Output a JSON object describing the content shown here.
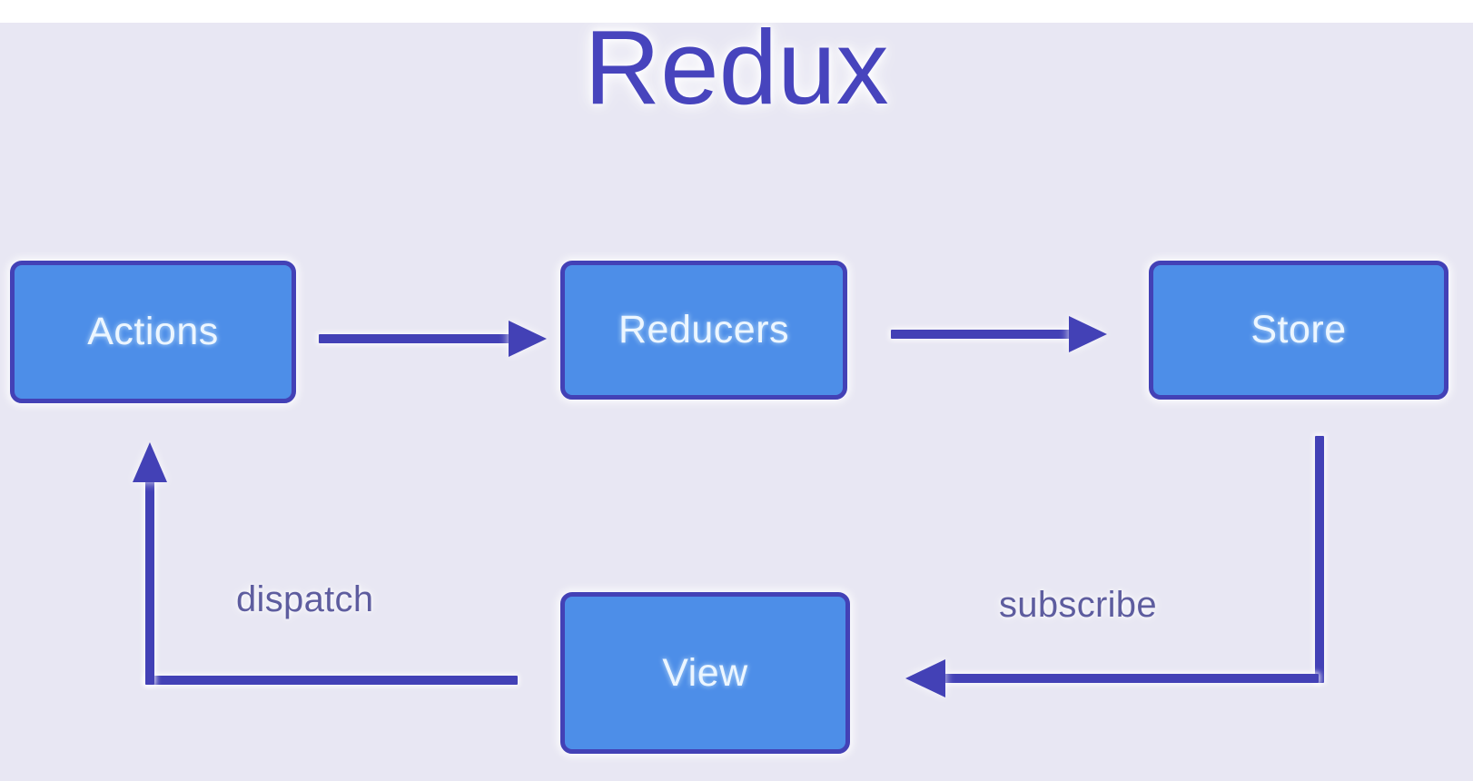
{
  "diagram": {
    "title": "Redux",
    "background_color": "#e8e7f3",
    "accent_color": "#4341b6",
    "node_fill_color": "#4d8ee8",
    "title_color": "#4744bd",
    "label_color": "#5e5d9f",
    "nodes": [
      {
        "id": "actions",
        "label": "Actions"
      },
      {
        "id": "reducers",
        "label": "Reducers"
      },
      {
        "id": "store",
        "label": "Store"
      },
      {
        "id": "view",
        "label": "View"
      }
    ],
    "edges": [
      {
        "id": "actions-to-reducers",
        "from": "actions",
        "to": "reducers",
        "label": "",
        "direction": "right"
      },
      {
        "id": "reducers-to-store",
        "from": "reducers",
        "to": "store",
        "label": "",
        "direction": "right"
      },
      {
        "id": "store-to-view",
        "from": "store",
        "to": "view",
        "label": "subscribe",
        "direction": "left"
      },
      {
        "id": "view-to-actions",
        "from": "view",
        "to": "actions",
        "label": "dispatch",
        "direction": "up"
      }
    ]
  }
}
